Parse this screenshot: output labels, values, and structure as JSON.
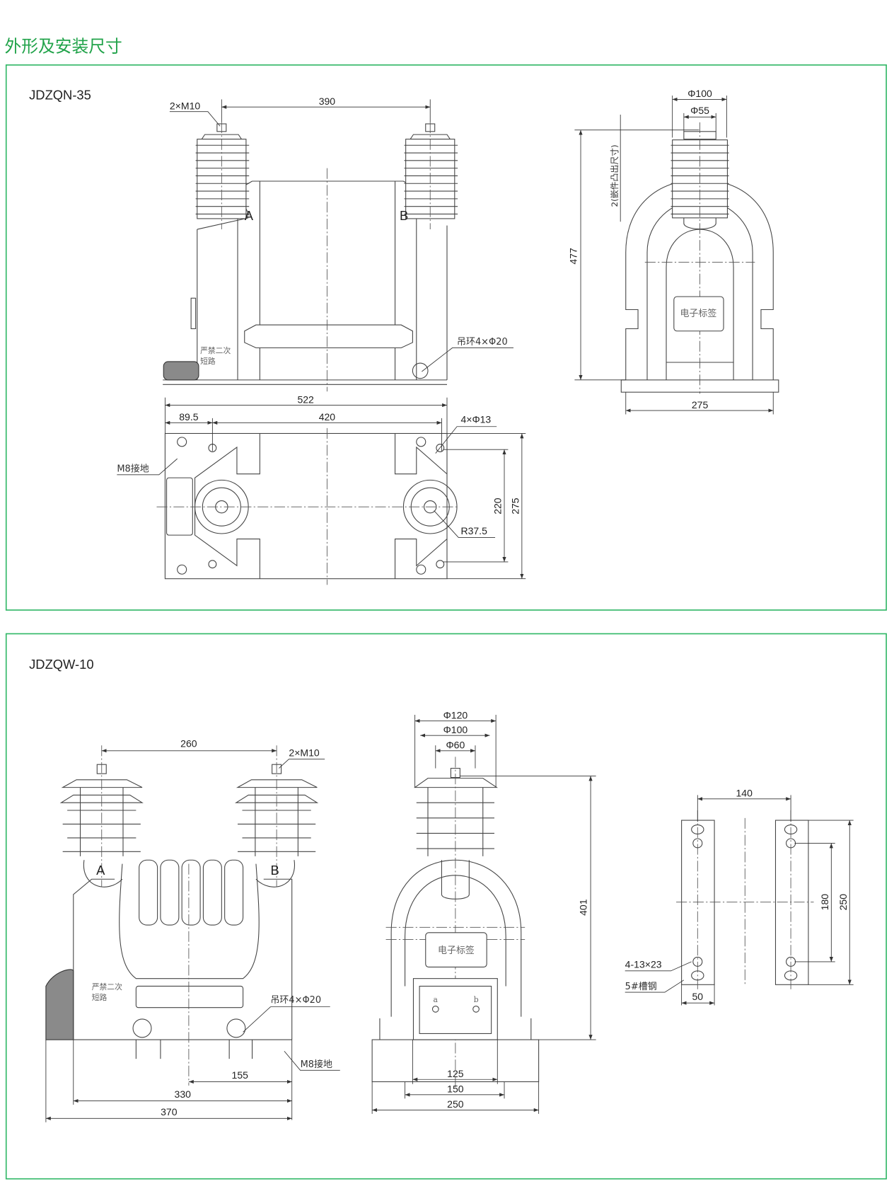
{
  "page": {
    "title": "外形及安装尺寸",
    "accent_color": "#21a34a",
    "frame_color": "#2fb765"
  },
  "section1": {
    "model": "JDZQN-35",
    "front": {
      "bolt_label": "2×M10",
      "spacing": "390",
      "terminal_a": "A",
      "terminal_b": "B",
      "warning_line1": "严禁二次",
      "warning_line2": "短路",
      "lifting_ring": "吊环4×Φ20"
    },
    "side": {
      "dia_outer": "Φ100",
      "dia_inner": "Φ55",
      "protrusion": "2(嵌件凸出尺寸)",
      "height": "477",
      "label_box": "电子标签",
      "width": "275"
    },
    "top": {
      "length_total": "522",
      "offset": "89.5",
      "hole_spacing": "420",
      "holes": "4×Φ13",
      "ground": "M8接地",
      "radius": "R37.5",
      "hole_depth_spacing": "220",
      "depth_total": "275"
    }
  },
  "section2": {
    "model": "JDZQW-10",
    "front": {
      "spacing": "260",
      "bolt_label": "2×M10",
      "terminal_a": "A",
      "terminal_b": "B",
      "warning_line1": "严禁二次",
      "warning_line2": "短路",
      "lifting_ring": "吊环4×Φ20",
      "ground": "M8接地",
      "dim_155": "155",
      "dim_330": "330",
      "dim_370": "370"
    },
    "side": {
      "dia_120": "Φ120",
      "dia_100": "Φ100",
      "dia_60": "Φ60",
      "height": "401",
      "label_box": "电子标签",
      "terminal_a": "a",
      "terminal_b": "b",
      "dim_125": "125",
      "dim_150": "150",
      "dim_250": "250"
    },
    "mount": {
      "spacing": "140",
      "slot_spacing": "180",
      "length": "250",
      "slots": "4-13×23",
      "channel": "5#槽钢",
      "width": "50"
    }
  }
}
